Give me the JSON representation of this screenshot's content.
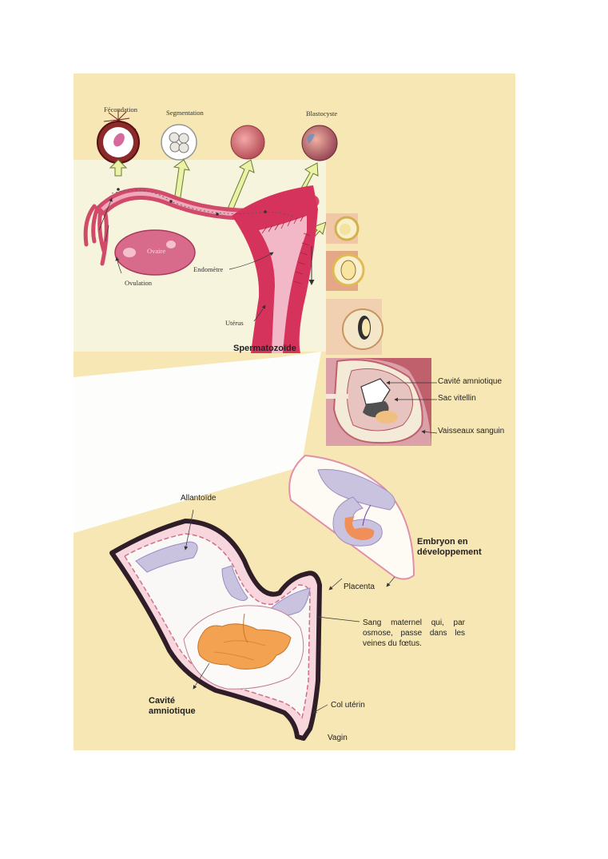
{
  "colors": {
    "page_yellow": "#f7e7b4",
    "panel_cream": "#f6f4dc",
    "uterus_red": "#d63f63",
    "tissue_pink": "#e9a3b2",
    "embryo_orange": "#f0a060",
    "cavity_lavender": "#c9c3e0",
    "wall_dark": "#3a2430"
  },
  "stages": {
    "fecondation": "Fécondation",
    "segmentation": "Segmentation",
    "blastocyste": "Blastocyste"
  },
  "organs": {
    "ovaire": "Ovaire",
    "ovulation": "Ovulation",
    "endometre": "Endomètre",
    "uterus": "Utérus",
    "spermatozoide": "Spermatozoïde"
  },
  "nidation_labels": {
    "cavite_amniotique": "Cavité amniotique",
    "sac_vitellin": "Sac vitellin",
    "vaisseaux_sanguins": "Vaisseaux sanguin"
  },
  "foetus_labels": {
    "allantoide": "Allantoïde",
    "embryon_line1": "Embryon en",
    "embryon_line2": "développement",
    "placenta": "Placenta",
    "sang_maternel": "Sang maternel qui, par osmose, passe dans les veines du fœtus.",
    "cavite_line1": "Cavité",
    "cavite_line2": "amniotique",
    "col_uterin": "Col utérin",
    "vagin": "Vagin"
  }
}
